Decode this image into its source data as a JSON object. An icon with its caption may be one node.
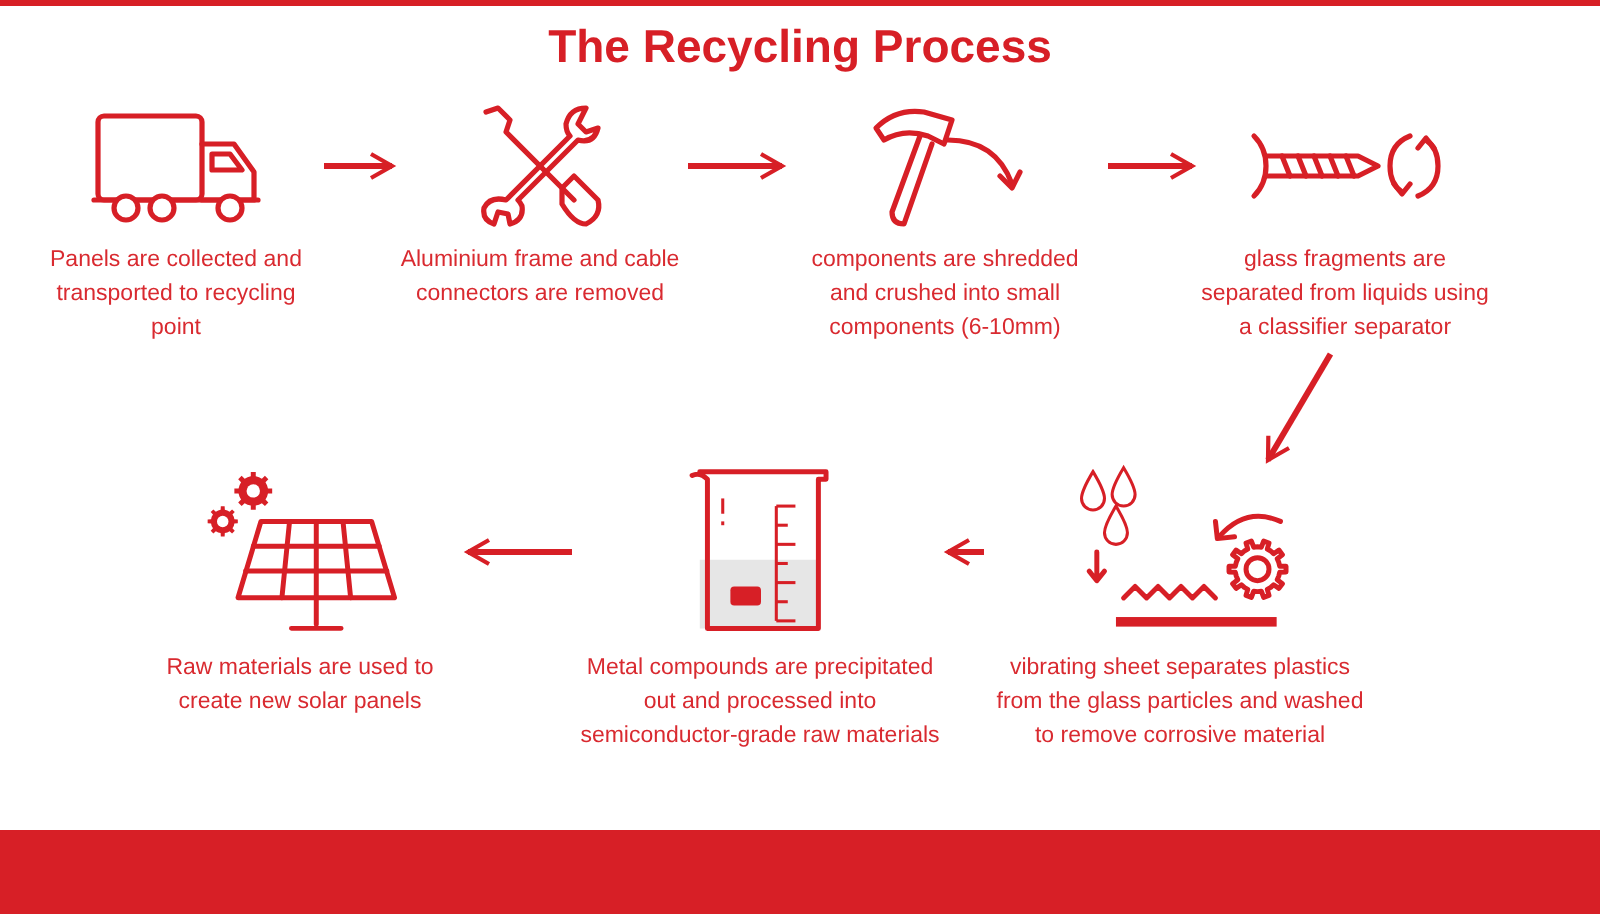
{
  "diagram": {
    "title": "The Recycling Process",
    "nodes": [
      {
        "text": [
          "Panels are collected and transported to recycling point"
        ]
      },
      {
        "text": [
          "Aluminium frame and cable connectors are removed"
        ]
      },
      {
        "text": [
          "components are shredded and crushed into small components (6-10mm)"
        ]
      },
      {
        "text": [
          "glass fragments are separated from liquids using a classifier separator"
        ]
      },
      {
        "text": [
          "vibrating sheet separates plastics from the glass particles and washed to remove corrosive material"
        ]
      },
      {
        "text": [
          "Metal compounds are precipitated out and processed into semiconductor-grade raw materials"
        ]
      },
      {
        "text": [
          "Raw materials are used to create new solar panels"
        ]
      }
    ],
    "edges": [
      {
        "from": 0,
        "to": 1,
        "arrow": "to"
      },
      {
        "from": 1,
        "to": 2,
        "arrow": "to"
      },
      {
        "from": 2,
        "to": 3,
        "arrow": "to"
      },
      {
        "from": 3,
        "to": 4,
        "arrow": "to"
      },
      {
        "from": 4,
        "to": 5,
        "arrow": "to"
      },
      {
        "from": 5,
        "to": 6,
        "arrow": "to"
      }
    ]
  }
}
